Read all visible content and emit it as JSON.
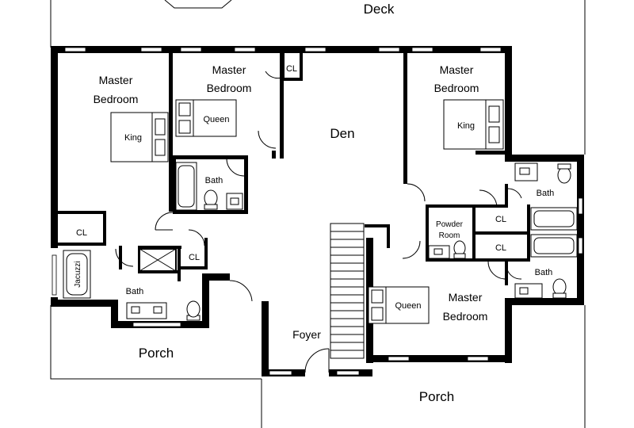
{
  "rooms": {
    "deck": "Deck",
    "master_bedroom_1": [
      "Master",
      "Bedroom"
    ],
    "master_bedroom_2": [
      "Master",
      "Bedroom"
    ],
    "master_bedroom_3": [
      "Master",
      "Bedroom"
    ],
    "master_bedroom_4": [
      "Master",
      "Bedroom"
    ],
    "den": "Den",
    "foyer": "Foyer",
    "porch_left": "Porch",
    "porch_bottom": "Porch",
    "powder_room": [
      "Powder",
      "Room"
    ],
    "bath_1": "Bath",
    "bath_2": "Bath",
    "bath_3": "Bath",
    "bath_4": "Bath",
    "cl_1": "CL",
    "cl_2": "CL",
    "cl_3": "CL",
    "cl_4": "CL",
    "cl_5": "CL"
  },
  "beds": {
    "king_1": "King",
    "queen_1": "Queen",
    "king_2": "King",
    "queen_2": "Queen"
  },
  "fixtures": {
    "jacuzzi": "Jacuzzi"
  }
}
